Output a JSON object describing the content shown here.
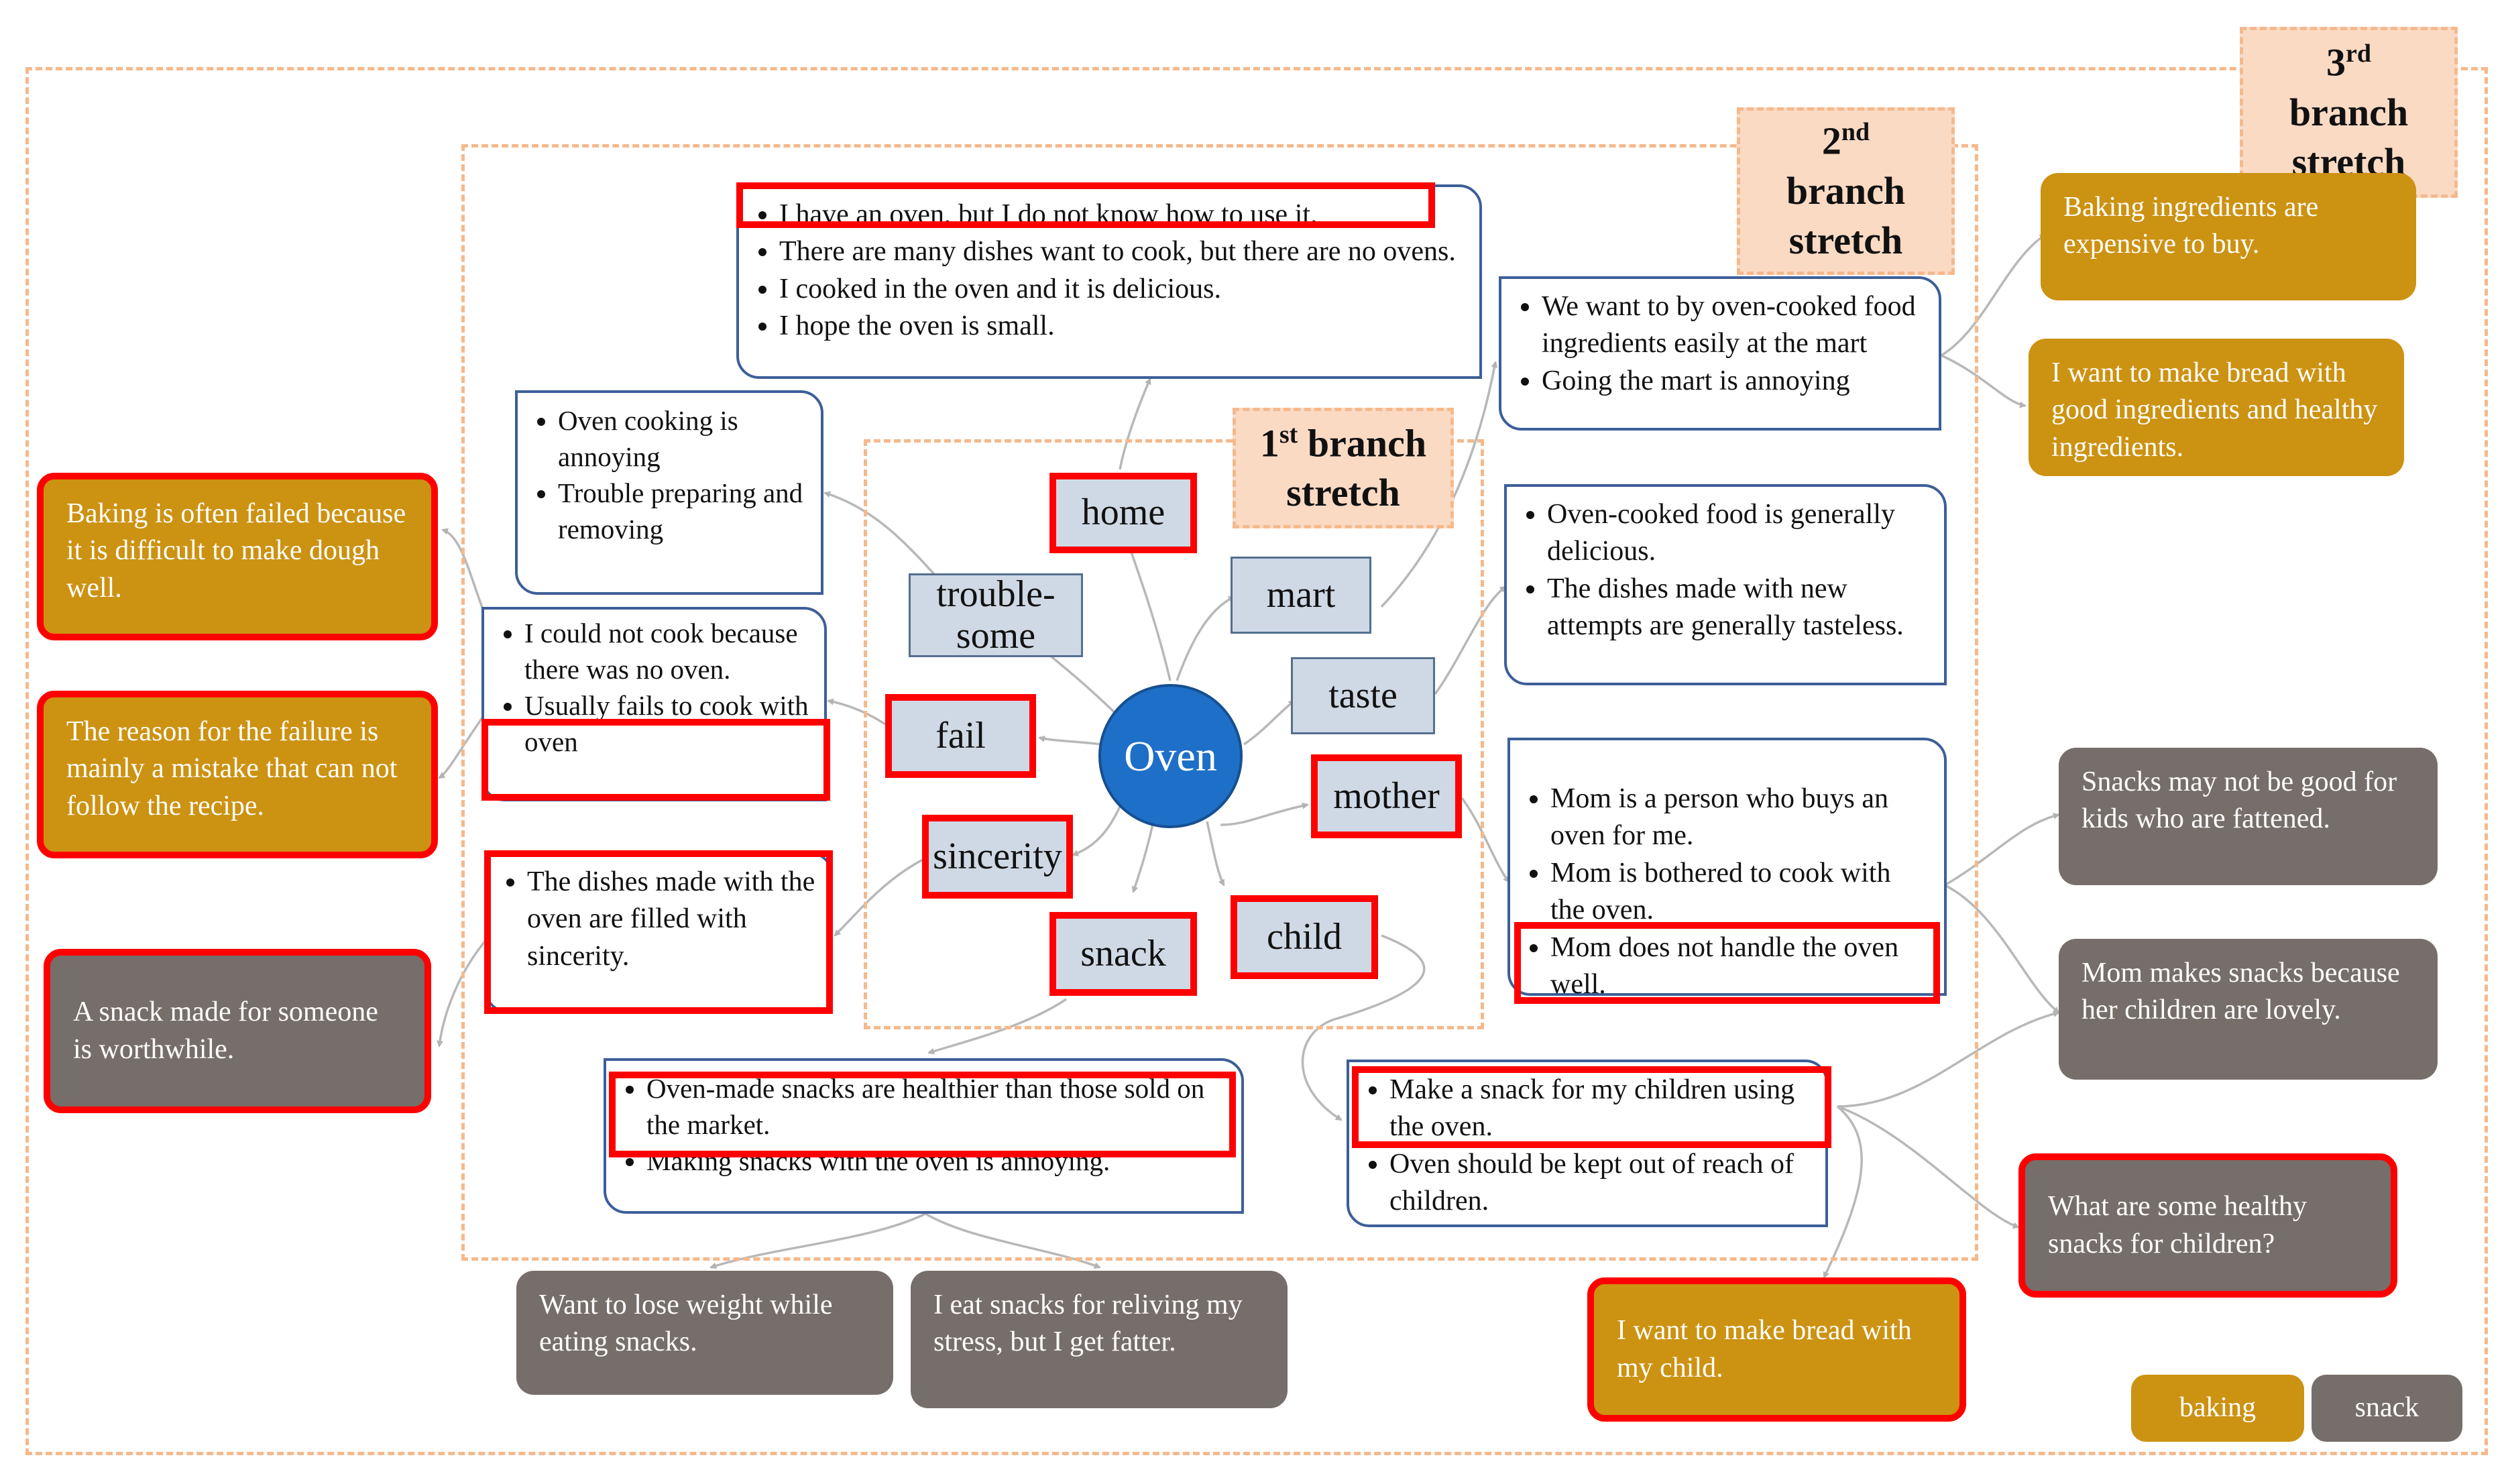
{
  "stretch_labels": {
    "first": {
      "ord": "1",
      "sup": "st",
      "rest": "branch",
      "word": "stretch"
    },
    "second": {
      "ord": "2",
      "sup": "nd",
      "rest": "branch",
      "word": "stretch"
    },
    "third": {
      "ord": "3",
      "sup": "rd",
      "rest": "branch",
      "word": "stretch"
    }
  },
  "center": "Oven",
  "keywords": {
    "home": "home",
    "mart": "mart",
    "troublesome": "trouble-some",
    "taste": "taste",
    "fail": "fail",
    "mother": "mother",
    "sincerity": "sincerity",
    "snack": "snack",
    "child": "child"
  },
  "notes": {
    "home": [
      "I have an oven, but I do not know how to use it.",
      "There are many dishes want to cook, but there are no ovens.",
      "I cooked in the oven and it is delicious.",
      "I hope the oven is small."
    ],
    "mart": [
      "We want to by oven-cooked food ingredients easily at the mart",
      "Going the mart is annoying"
    ],
    "troublesome": [
      "Oven cooking is annoying",
      "Trouble preparing and removing"
    ],
    "fail": [
      "I could not cook because there was no oven.",
      "Usually fails to cook with oven"
    ],
    "taste": [
      "Oven-cooked food is generally delicious.",
      "The dishes made with new attempts are generally tasteless."
    ],
    "mother": [
      "Mom is a person who buys an oven for me.",
      "Mom is bothered to cook with the oven.",
      "Mom does not handle the oven well."
    ],
    "sincerity": [
      "The dishes made with the oven are filled with sincerity."
    ],
    "snack": [
      "Oven-made snacks are healthier than those sold on the market.",
      "Making snacks with the oven is annoying."
    ],
    "child": [
      "Make a snack for my children using the oven.",
      "Oven should be kept out of reach of children."
    ]
  },
  "third_stretch": {
    "baking_expensive": "Baking ingredients are expensive to buy.",
    "bread_good_ingredients": "I want to make bread with good ingredients and healthy ingredients.",
    "dough_fail": "Baking is often failed because it is difficult to make dough well.",
    "recipe_fail": "The reason for the failure is mainly a mistake that can not follow the recipe.",
    "snack_worthwhile": "A snack made for someone is worthwhile.",
    "kids_fattened": "Snacks may not be good for kids who are fattened.",
    "mom_lovely": "Mom makes snacks because her children are lovely.",
    "healthy_snacks": "What are some healthy snacks for children?",
    "bread_child": "I want to make bread with my child.",
    "lose_weight": "Want to lose weight while eating snacks.",
    "stress": "I eat snacks for reliving my stress, but I get fatter."
  },
  "legend": {
    "baking": "baking",
    "snack": "snack"
  },
  "colors": {
    "baking": "#cc9211",
    "snack": "#766e6a",
    "highlight": "#ff0000",
    "keyword_fill": "#cfd9e6",
    "center_fill": "#1e6fc7",
    "stretch_fill": "#fbdac4"
  }
}
